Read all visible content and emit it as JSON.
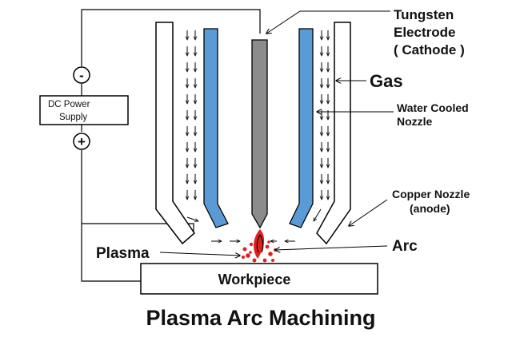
{
  "title": "Plasma Arc Machining",
  "labels": {
    "tungsten_line1": "Tungsten",
    "tungsten_line2": "Electrode",
    "tungsten_line3": "( Cathode )",
    "gas": "Gas",
    "water_line1": "Water Cooled",
    "water_line2": "Nozzle",
    "copper_line1": "Copper Nozzle",
    "copper_line2": "(anode)",
    "arc": "Arc",
    "plasma": "Plasma",
    "workpiece": "Workpiece",
    "power_line1": "DC Power",
    "power_line2": "Supply",
    "negative": "-",
    "positive": "+"
  },
  "colors": {
    "cooling_nozzle": "#5b9bd5",
    "electrode": "#8c8c8c",
    "arc": "#e02020",
    "outline": "#000000"
  },
  "icons": [
    "gas-flow-arrow-icon",
    "arc-flame-icon",
    "minus-terminal-icon",
    "plus-terminal-icon"
  ]
}
